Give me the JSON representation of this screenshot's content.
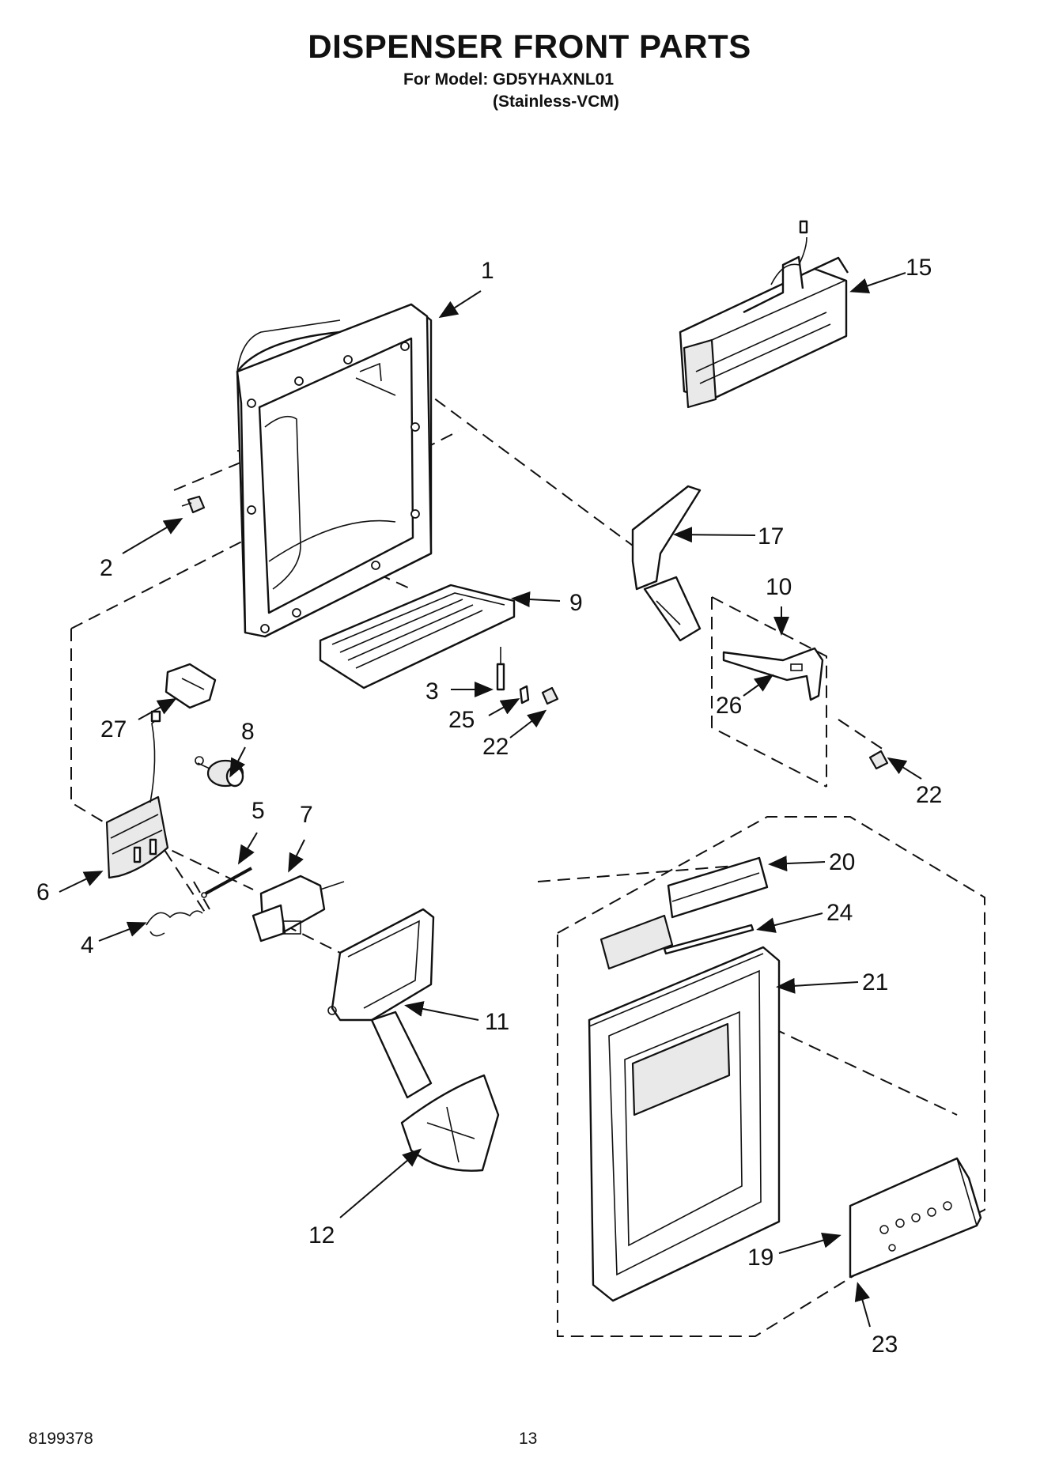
{
  "header": {
    "title": "DISPENSER FRONT PARTS",
    "model_line": "For Model: GD5YHAXNL01",
    "variant_line": "(Stainless-VCM)"
  },
  "footer": {
    "doc_number": "8199378",
    "page_number": "13"
  },
  "callouts": [
    "1",
    "15",
    "2",
    "17",
    "10",
    "9",
    "3",
    "26",
    "25",
    "22",
    "27",
    "8",
    "22",
    "5",
    "7",
    "20",
    "6",
    "24",
    "4",
    "21",
    "11",
    "19",
    "12",
    "23"
  ]
}
